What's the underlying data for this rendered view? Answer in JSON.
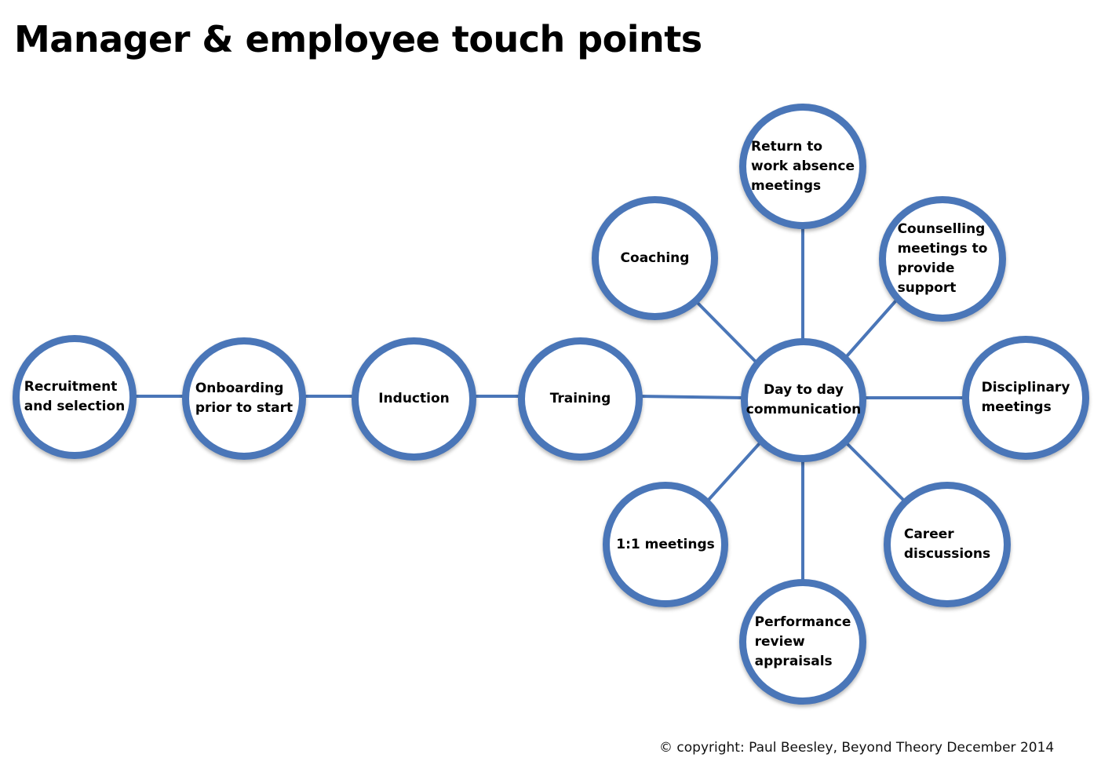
{
  "title": "Manager & employee touch points",
  "copyright": "© copyright: Paul Beesley, Beyond Theory December 2014",
  "colors": {
    "node_border": "#4a76b8",
    "connector": "#4a76b8",
    "background": "#ffffff"
  },
  "nodes": {
    "recruitment": "Recruitment\nand selection",
    "onboarding": "Onboarding\nprior to start",
    "induction": "Induction",
    "training": "Training",
    "day_to_day": "Day to day\ncommunication",
    "return_to_work": "Return to\nwork absence\nmeetings",
    "coaching": "Coaching",
    "counselling": "Counselling\nmeetings to\nprovide\nsupport",
    "disciplinary": "Disciplinary\nmeetings",
    "career": "Career\ndiscussions",
    "performance": "Performance\nreview\nappraisals",
    "one_to_one": "1:1 meetings"
  }
}
